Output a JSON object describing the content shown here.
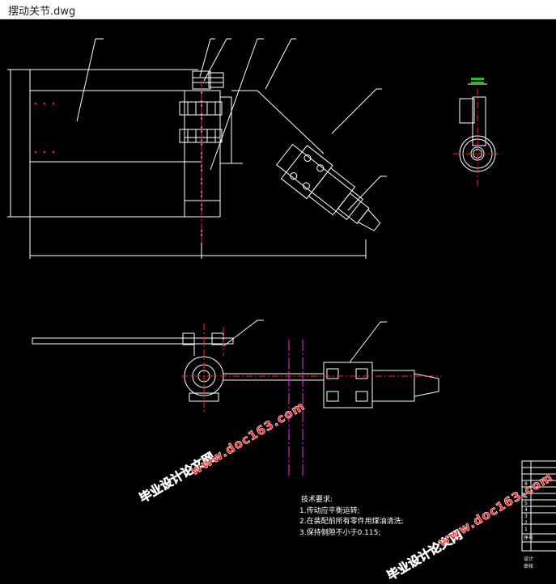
{
  "window": {
    "title": "摆动关节.dwg"
  },
  "notes": {
    "heading": "技术要求:",
    "lines": [
      "1.传动应平衡运转;",
      "2.在装配前所有零件用煤油清洗;",
      "3.保持侧隙不小于0.115;"
    ]
  },
  "watermarks": {
    "site_name": "毕业设计论文网",
    "url": "www.doc163.com"
  },
  "title_block": {
    "rows": [
      "8",
      "7",
      "6",
      "5",
      "4",
      "3",
      "2",
      "1"
    ],
    "header_label": "序号",
    "footer_labels": [
      "设计",
      "审核"
    ]
  },
  "colors": {
    "background": "#000000",
    "line": "#ffffff",
    "centerline": "#ff2020",
    "phantom": "#cc22cc",
    "dim_green": "#20c020",
    "dim_yellow": "#d8d800",
    "watermark": "#ff2020"
  }
}
